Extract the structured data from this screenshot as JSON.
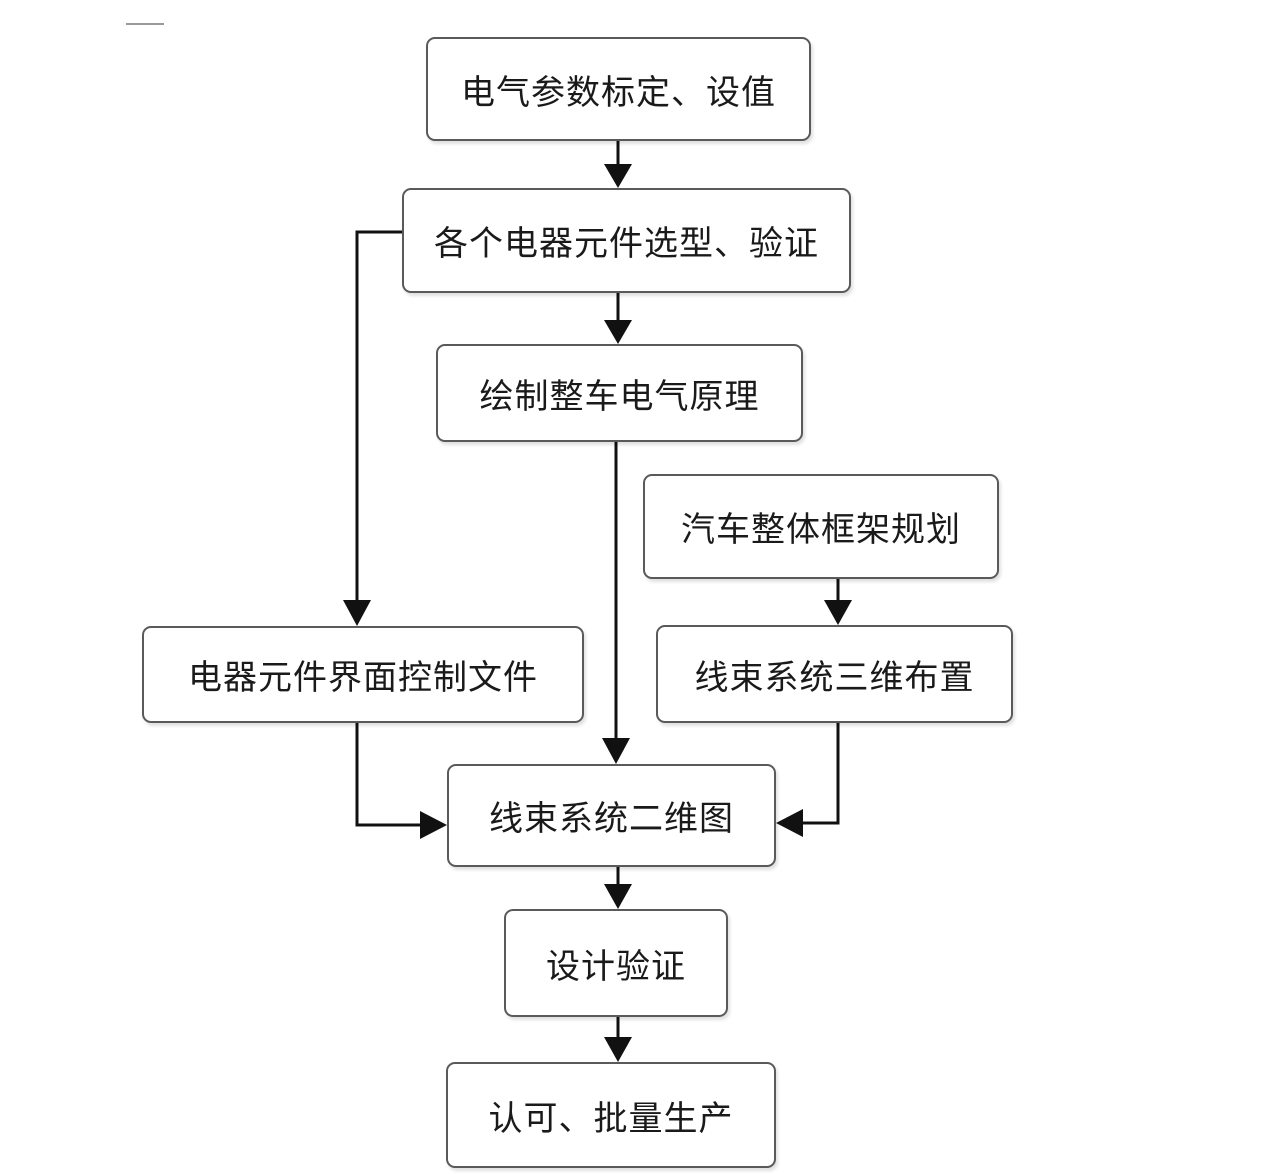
{
  "diagram": {
    "nodes": {
      "n1": "电气参数标定、设值",
      "n2": "各个电器元件选型、验证",
      "n3": "绘制整车电气原理",
      "n4": "汽车整体框架规划",
      "n5": "电器元件界面控制文件",
      "n6": "线束系统三维布置",
      "n7": "线束系统二维图",
      "n8": "设计验证",
      "n9": "认可、批量生产"
    },
    "edges": [
      {
        "from": "n1",
        "to": "n2"
      },
      {
        "from": "n2",
        "to": "n3"
      },
      {
        "from": "n2",
        "to": "n5"
      },
      {
        "from": "n3",
        "to": "n7"
      },
      {
        "from": "n4",
        "to": "n6"
      },
      {
        "from": "n5",
        "to": "n7"
      },
      {
        "from": "n6",
        "to": "n7"
      },
      {
        "from": "n7",
        "to": "n8"
      },
      {
        "from": "n8",
        "to": "n9"
      }
    ]
  }
}
